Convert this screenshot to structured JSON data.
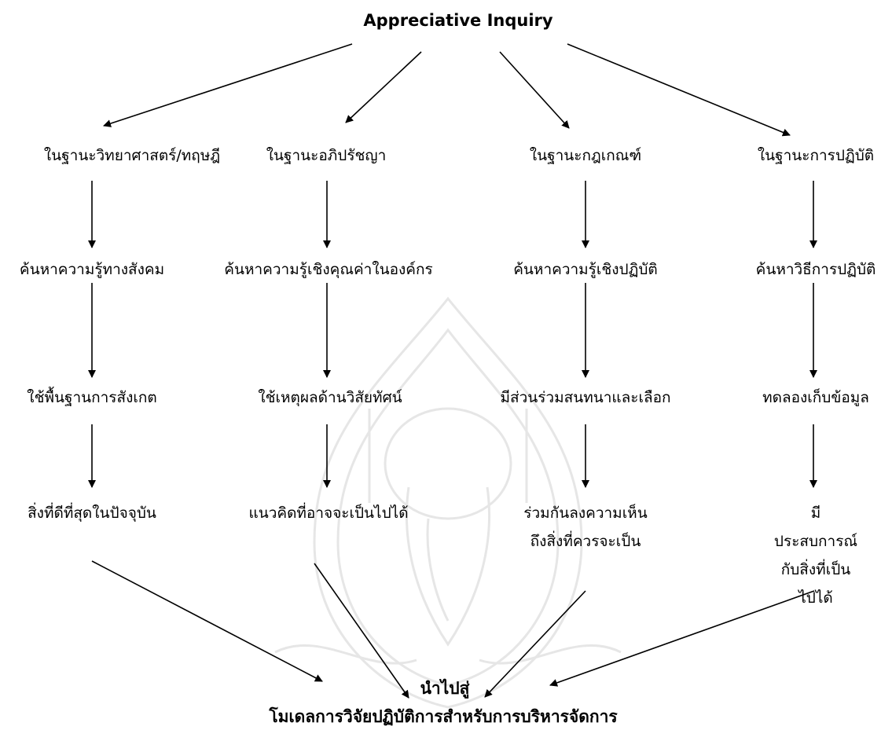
{
  "diagram": {
    "root": "Appreciative Inquiry",
    "columns": [
      {
        "steps": [
          "ในฐานะวิทยาศาสตร์/ทฤษฎี",
          "ค้นหาความรู้ทางสังคม",
          "ใช้พื้นฐานการสังเกต",
          "สิ่งที่ดีที่สุดในปัจจุบัน"
        ]
      },
      {
        "steps": [
          "ในฐานะอภิปรัชญา",
          "ค้นหาความรู้เชิงคุณค่าในองค์กร",
          "ใช้เหตุผลด้านวิสัยทัศน์",
          "แนวคิดที่อาจจะเป็นไปได้"
        ]
      },
      {
        "steps": [
          "ในฐานะกฎเกณฑ์",
          "ค้นหาความรู้เชิงปฏิบัติ",
          "มีส่วนร่วมสนทนาและเลือก",
          "ร่วมกันลงความเห็น\nถึงสิ่งที่ควรจะเป็น"
        ]
      },
      {
        "steps": [
          "ในฐานะการปฏิบัติ",
          "ค้นหาวิธีการปฏิบัติ",
          "ทดลองเก็บข้อมูล",
          "มีประสบการณ์\nกับสิ่งที่เป็นไปได้"
        ]
      }
    ],
    "outcome_lead": "นำไปสู่",
    "outcome": "โมเดลการวิจัยปฏิบัติการสำหรับการบริหารจัดการ"
  }
}
